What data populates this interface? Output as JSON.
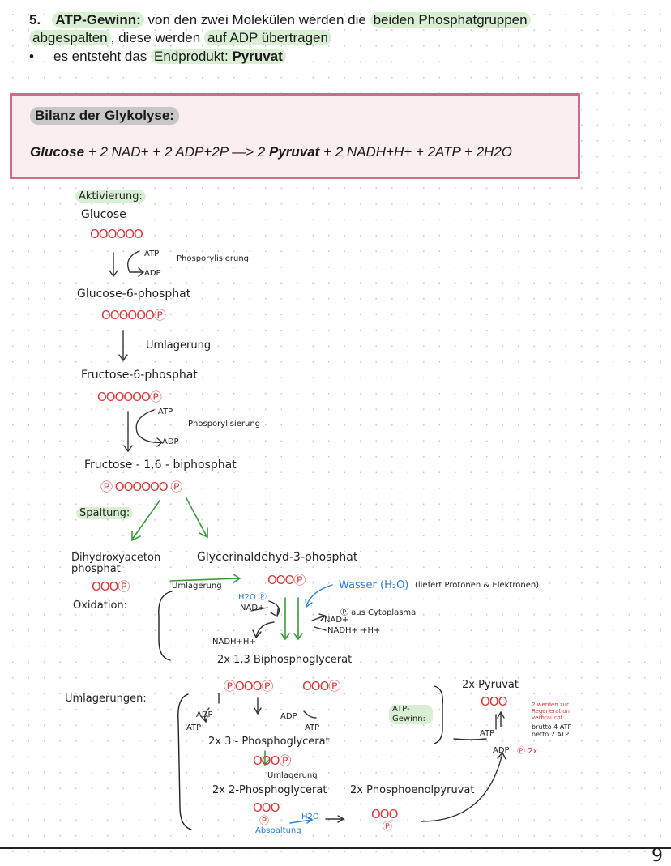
{
  "step5": {
    "num": "5.",
    "label": "ATP-Gewinn:",
    "t1": " von den zwei Molekülen werden die ",
    "h1": "beiden Phosphatgruppen",
    "h2": "abgespalten",
    "t2": ", diese werden ",
    "h3": "auf ADP übertragen",
    "bullet": "•",
    "b1": "es entsteht das ",
    "b2": "Endprodukt: ",
    "b3": "Pyruvat"
  },
  "bilanz": {
    "title": "Bilanz der Glykolyse:",
    "glucose": "Glucose",
    "eq1": " + 2 NAD+ + 2 ADP+2P —> 2 ",
    "pyruvat": "Pyruvat",
    "eq2": " + 2 NADH+H+ + 2ATP + 2H2O"
  },
  "notes": {
    "aktivierung": "Aktivierung:",
    "glucose": "Glucose",
    "atp1": "ATP",
    "adp1": "ADP",
    "phos1": "Phosporylisierung",
    "g6p": "Glucose-6-phosphat",
    "umlagerung1": "Umlagerung",
    "f6p": "Fructose-6-phosphat",
    "atp2": "ATP",
    "adp2": "ADP",
    "phos2": "Phosporylisierung",
    "f16bp": "Fructose - 1,6 - biphosphat",
    "spaltung": "Spaltung:",
    "dhap": "Dihydroxyaceton phosphat",
    "gap": "Glycerinaldehyd-3-phosphat",
    "umlagerung2": "Umlagerung",
    "oxidation": "Oxidation:",
    "h2o_p": "H2O Ⓟ",
    "nad_plus": "NAD+",
    "nadh_h": "NADH+H+",
    "wasser": "Wasser (H₂O)",
    "wasser_note": "(liefert Protonen & Elektronen)",
    "aus_cyto": "Ⓟ aus Cytoplasma",
    "nad_plus2": "NAD+",
    "nadh2": "NADH+ +H+",
    "bpg": "2x 1,3 Biphosphoglycerat",
    "umlagerungen": "Umlagerungen:",
    "adp3": "ADP",
    "atp3": "ATP",
    "adp4": "ADP",
    "atp4": "ATP",
    "pg3": "2x 3 - Phosphoglycerat",
    "umlagerung3": "Umlagerung",
    "pg2": "2x 2-Phosphoglycerat",
    "pep": "2x Phosphoenolpyruvat",
    "h2o2": "H2O",
    "abspaltung": "Abspaltung",
    "atp_gewinn": "ATP-Gewinn:",
    "pyruvat2": "2x Pyruvat",
    "atp5": "ATP",
    "adp5": "ADP",
    "p2x": "Ⓟ 2x",
    "red_note": "2 werden zur Regeneration verbraucht",
    "brutto": "brutto 4 ATP netto 2 ATP"
  },
  "mols": {
    "glucose": "OOOOOO",
    "g6p": "OOOOOOⓅ",
    "f6p": "OOOOOOⓅ",
    "f16bp": "Ⓟ OOOOOO Ⓟ",
    "dhap": "OOOⓅ",
    "gap": "OOOⓅ",
    "bpg_a": "ⓅOOOⓅ",
    "bpg_b": "OOOⓅ",
    "pg3": "OOOⓅ",
    "pg2": "OOO",
    "pg2p": "Ⓟ",
    "pep": "OOO",
    "pepp": "Ⓟ",
    "pyr": "OOO"
  },
  "page": {
    "number": "9"
  }
}
